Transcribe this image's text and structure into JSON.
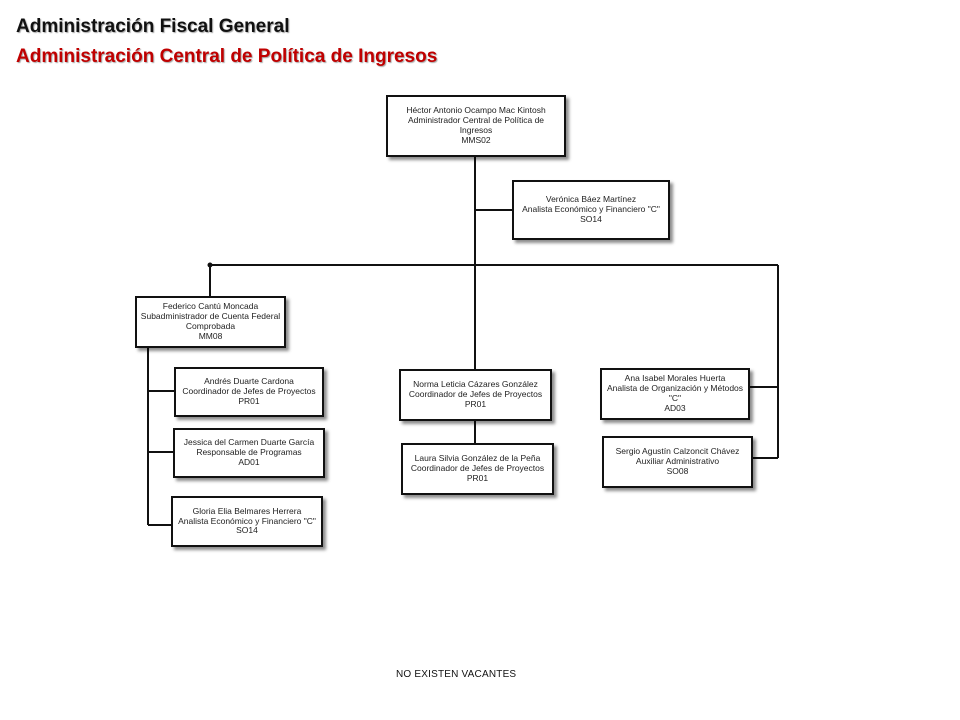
{
  "header": {
    "title": "Administración Fiscal General",
    "subtitle": "Administración Central de Política de Ingresos"
  },
  "colors": {
    "subtitle": "#c00000",
    "text": "#111111",
    "lines": "#111111"
  },
  "org": {
    "head": {
      "name": "Héctor Antonio Ocampo Mac Kintosh",
      "role": "Administrador Central de Política de Ingresos",
      "code": "MMS02"
    },
    "staff": {
      "name": "Verónica Báez Martínez",
      "role": "Analista Económico y Financiero \"C\"",
      "code": "SO14"
    },
    "sub": {
      "name": "Federico Cantú Moncada",
      "role": "Subadministrador de Cuenta Federal Comprobada",
      "code": "MM08"
    },
    "sub_reports": [
      {
        "name": "Andrés Duarte Cardona",
        "role": "Coordinador de Jefes de Proyectos",
        "code": "PR01"
      },
      {
        "name": "Jessica del Carmen Duarte García",
        "role": "Responsable de Programas",
        "code": "AD01"
      },
      {
        "name": "Gloria Elia Belmares Herrera",
        "role": "Analista Económico y Financiero \"C\"",
        "code": "SO14"
      }
    ],
    "center": {
      "name": "Norma Leticia Cázares González",
      "role": "Coordinador de Jefes de Proyectos",
      "code": "PR01"
    },
    "center_report": {
      "name": "Laura Silvia González de la Peña",
      "role": "Coordinador de Jefes de Proyectos",
      "code": "PR01"
    },
    "right": [
      {
        "name": "Ana Isabel Morales Huerta",
        "role": "Analista de Organización y Métodos \"C\"",
        "code": "AD03"
      },
      {
        "name": "Sergio Agustín Calzoncit Chávez",
        "role": "Auxiliar Administrativo",
        "code": "SO08"
      }
    ]
  },
  "footer": {
    "note": "NO EXISTEN VACANTES"
  }
}
